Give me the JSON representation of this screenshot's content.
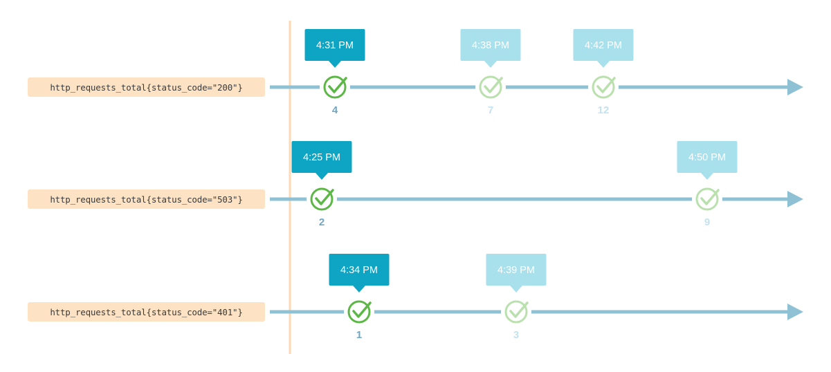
{
  "colors": {
    "line": "#8fc1d5",
    "cursor": "#fcd9b4",
    "label_bg": "#fde3c4",
    "check_active": "#5cb746",
    "check_faded": "#b9e0ad",
    "tooltip_active": "#0ea5c4",
    "tooltip_faded": "#a8e0ec",
    "count_active": "#6fa6c6",
    "count_faded": "#c4e3ee"
  },
  "icons": {
    "sample": "check-circle-icon",
    "arrow": "arrowhead-icon",
    "callout": "tooltip-callout"
  },
  "series": [
    {
      "label": "http_requests_total{status_code=\"200\"}",
      "samples": [
        {
          "time": "4:31 PM",
          "value": "4",
          "active": true
        },
        {
          "time": "4:38 PM",
          "value": "7",
          "active": false
        },
        {
          "time": "4:42 PM",
          "value": "12",
          "active": false
        }
      ]
    },
    {
      "label": "http_requests_total{status_code=\"503\"}",
      "samples": [
        {
          "time": "4:25 PM",
          "value": "2",
          "active": true
        },
        {
          "time": "4:50 PM",
          "value": "9",
          "active": false
        }
      ]
    },
    {
      "label": "http_requests_total{status_code=\"401\"}",
      "samples": [
        {
          "time": "4:34 PM",
          "value": "1",
          "active": true
        },
        {
          "time": "4:39 PM",
          "value": "3",
          "active": false
        }
      ]
    }
  ]
}
